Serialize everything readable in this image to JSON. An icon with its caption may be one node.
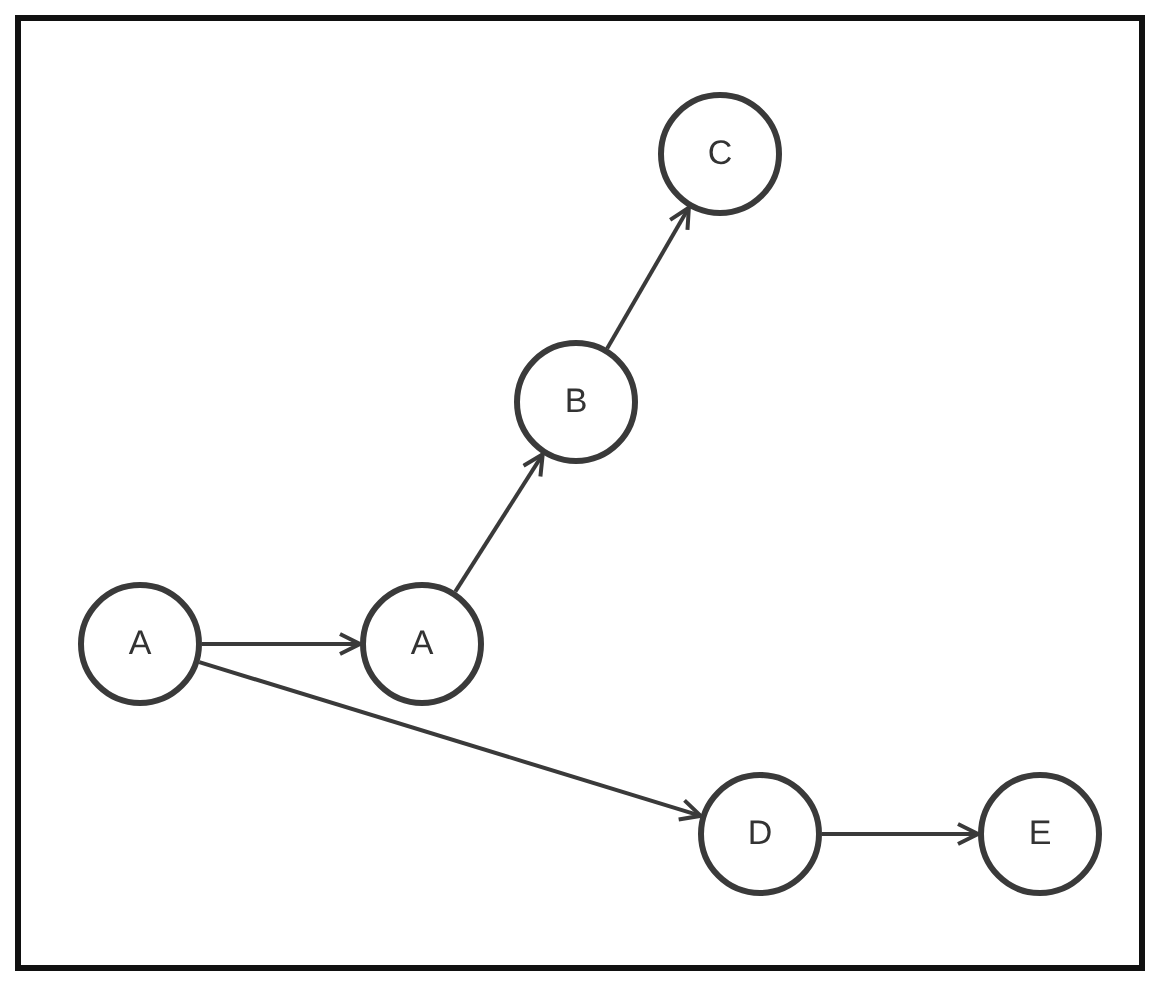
{
  "diagram": {
    "nodes": [
      {
        "text": [
          "C"
        ]
      },
      {
        "text": [
          "B"
        ]
      },
      {
        "text": [
          "A"
        ]
      },
      {
        "text": [
          "A"
        ]
      },
      {
        "text": [
          "D"
        ]
      },
      {
        "text": [
          "E"
        ]
      }
    ],
    "edges": [
      {
        "from": 2,
        "to": 3,
        "arrow": "to"
      },
      {
        "from": 3,
        "to": 1,
        "arrow": "to"
      },
      {
        "from": 1,
        "to": 0,
        "arrow": "to"
      },
      {
        "from": 2,
        "to": 4,
        "arrow": "to"
      },
      {
        "from": 4,
        "to": 5,
        "arrow": "to"
      }
    ]
  }
}
